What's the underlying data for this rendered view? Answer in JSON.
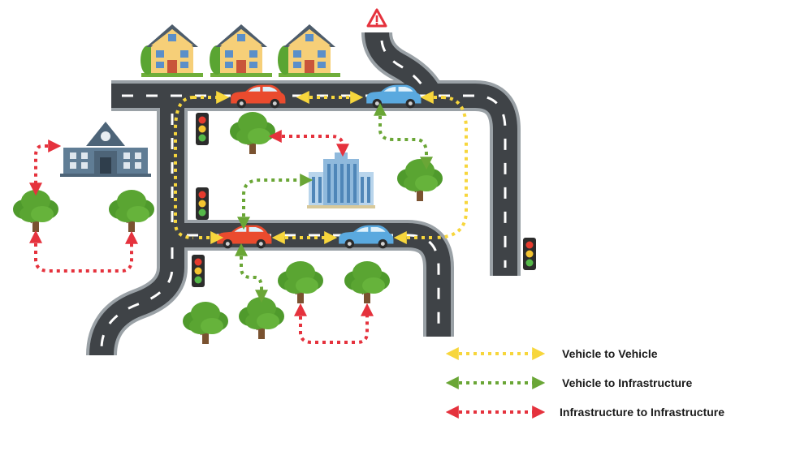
{
  "legend": {
    "v2v": {
      "label": "Vehicle to Vehicle",
      "color": "#f7d63c"
    },
    "v2i": {
      "label": "Vehicle to Infrastructure",
      "color": "#6aa636"
    },
    "i2i": {
      "label": "Infrastructure to Infrastructure",
      "color": "#e5323d"
    }
  },
  "colors": {
    "road": "#3f4347",
    "road_edge": "#9aa1a6",
    "lane_mark": "#ffffff",
    "car_red": "#ea4b2e",
    "car_blue": "#5aa9df",
    "tree_leaf": "#5aa532",
    "tree_trunk": "#7a5230",
    "house_wall": "#f6cf78",
    "house_roof": "#4d5c6b",
    "school": "#607d95",
    "office": "#8fb9dc",
    "warning": "#e5323d"
  },
  "icons": [
    "house-icon",
    "school-icon",
    "office-building-icon",
    "tree-icon",
    "traffic-light-icon",
    "car-icon",
    "warning-sign-icon"
  ]
}
